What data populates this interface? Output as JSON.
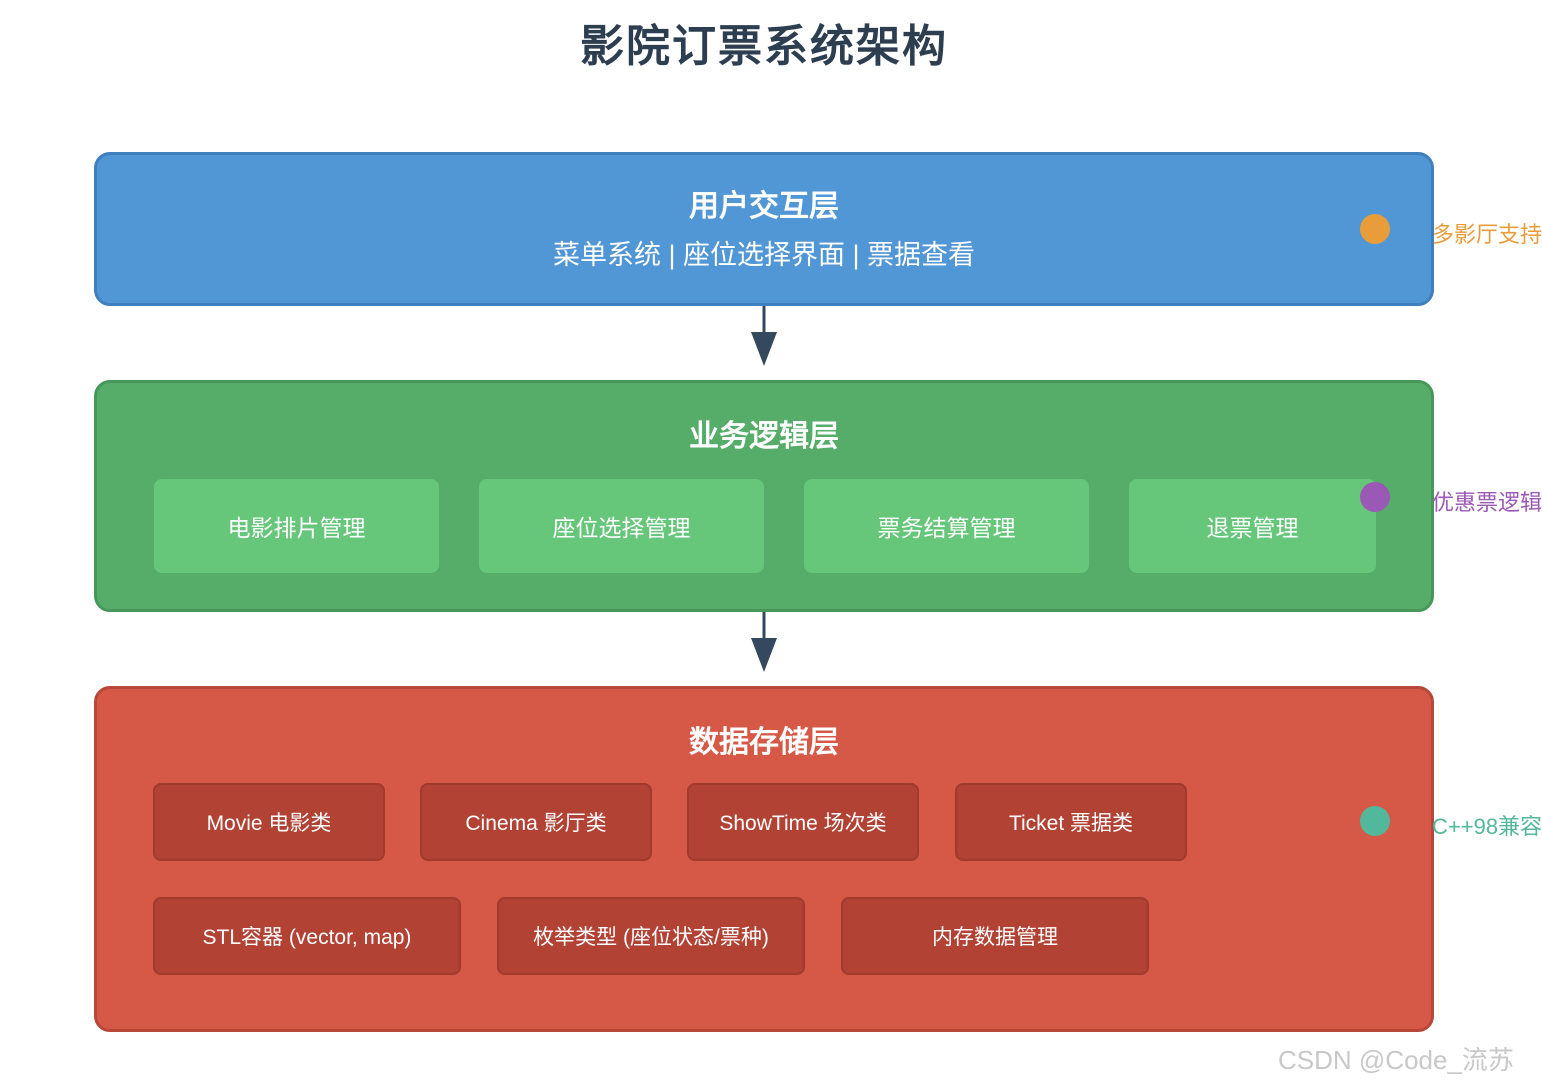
{
  "title": "影院订票系统架构",
  "colors": {
    "ui_layer": "#5196d5",
    "biz_layer": "#56ad6a",
    "data_layer": "#d65948",
    "dot_orange": "#e89d3a",
    "dot_purple": "#9b59b6",
    "dot_teal": "#52b79b"
  },
  "layers": {
    "ui": {
      "title": "用户交互层",
      "subtitle": "菜单系统 | 座位选择界面 | 票据查看"
    },
    "business": {
      "title": "业务逻辑层",
      "modules": [
        "电影排片管理",
        "座位选择管理",
        "票务结算管理",
        "退票管理"
      ]
    },
    "data": {
      "title": "数据存储层",
      "classes": [
        "Movie 电影类",
        "Cinema 影厅类",
        "ShowTime 场次类",
        "Ticket 票据类"
      ],
      "components": [
        "STL容器 (vector, map)",
        "枚举类型 (座位状态/票种)",
        "内存数据管理"
      ]
    }
  },
  "side_labels": [
    "多影厅支持",
    "优惠票逻辑",
    "C++98兼容"
  ],
  "watermark": "CSDN @Code_流苏"
}
